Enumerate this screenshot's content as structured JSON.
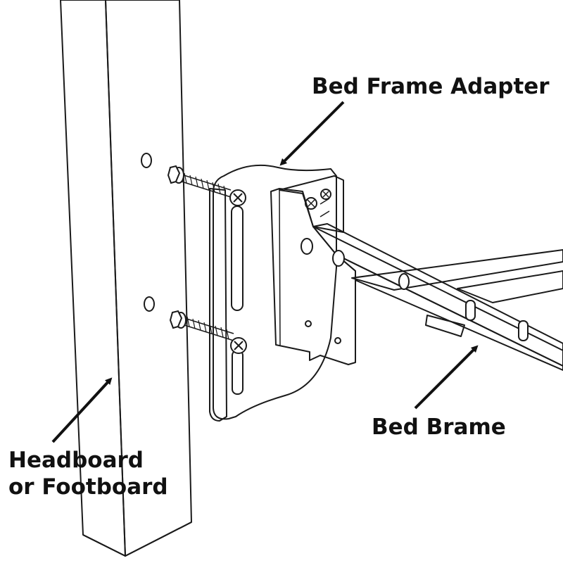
{
  "labels": {
    "adapter": "Bed Frame Adapter",
    "frame": "Bed Brame",
    "board_line1": "Headboard",
    "board_line2": "or Footboard"
  },
  "colors": {
    "line": "#1a1a1a",
    "fill": "#ffffff",
    "shade": "#f2f2f2",
    "text": "#111111"
  }
}
